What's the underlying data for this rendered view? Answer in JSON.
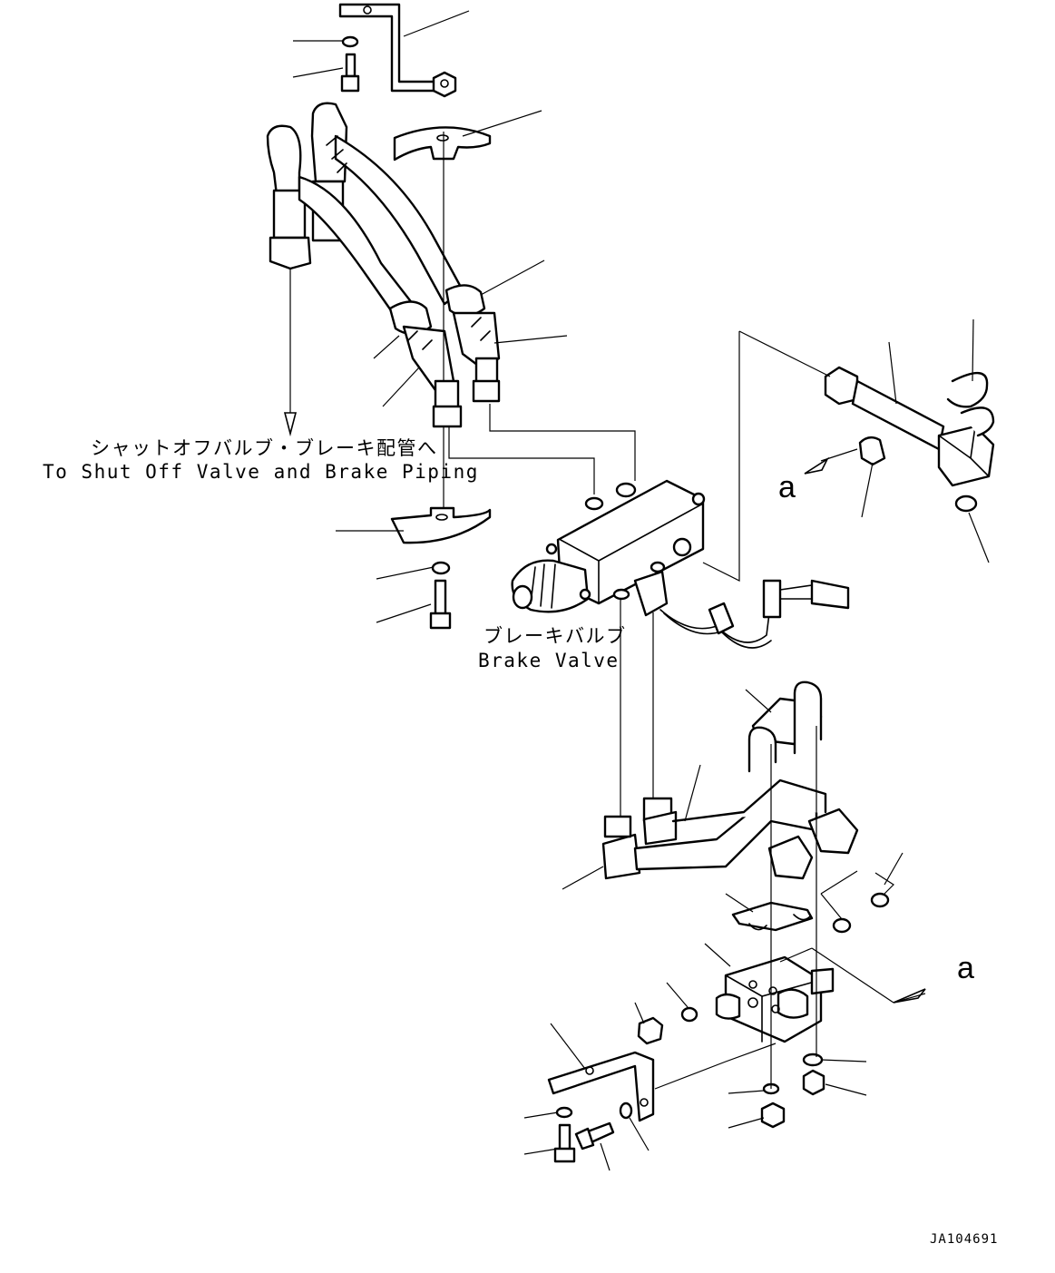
{
  "labels": {
    "shutoff_jp": "シャットオフバルブ・ブレーキ配管へ",
    "shutoff_en": "To Shut Off Valve and Brake Piping",
    "brake_valve_jp": "ブレーキバルブ",
    "brake_valve_en": "Brake Valve",
    "callout_a": "a",
    "drawing_id": "JA104691"
  }
}
